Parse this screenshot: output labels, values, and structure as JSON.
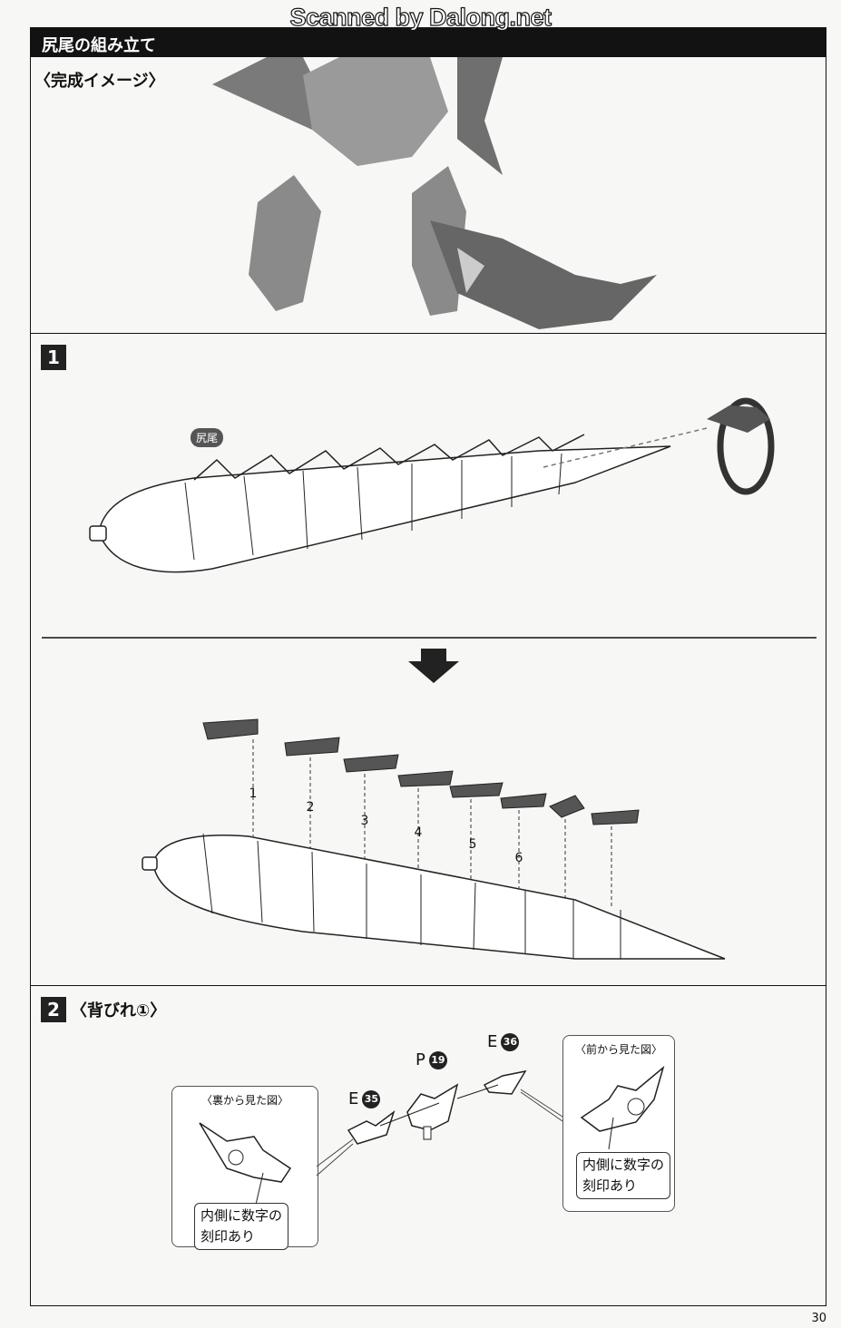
{
  "watermark": "Scanned by Dalong.net",
  "header": {
    "title": "尻尾の組み立て"
  },
  "finished_image": {
    "title": "〈完成イメージ〉"
  },
  "step1": {
    "number": "1",
    "part_label": "尻尾",
    "fin_numbers": [
      "1",
      "2",
      "3",
      "4",
      "5",
      "6"
    ]
  },
  "step2": {
    "number": "2",
    "title": "〈背びれ①〉",
    "parts": [
      {
        "letter": "E",
        "number": "35"
      },
      {
        "letter": "P",
        "number": "19"
      },
      {
        "letter": "E",
        "number": "36"
      }
    ],
    "back_view": {
      "title": "〈裏から見た図〉",
      "note_line1": "内側に数字の",
      "note_line2": "刻印あり"
    },
    "front_view": {
      "title": "〈前から見た図〉",
      "note_line1": "内側に数字の",
      "note_line2": "刻印あり"
    }
  },
  "page_number": "30"
}
